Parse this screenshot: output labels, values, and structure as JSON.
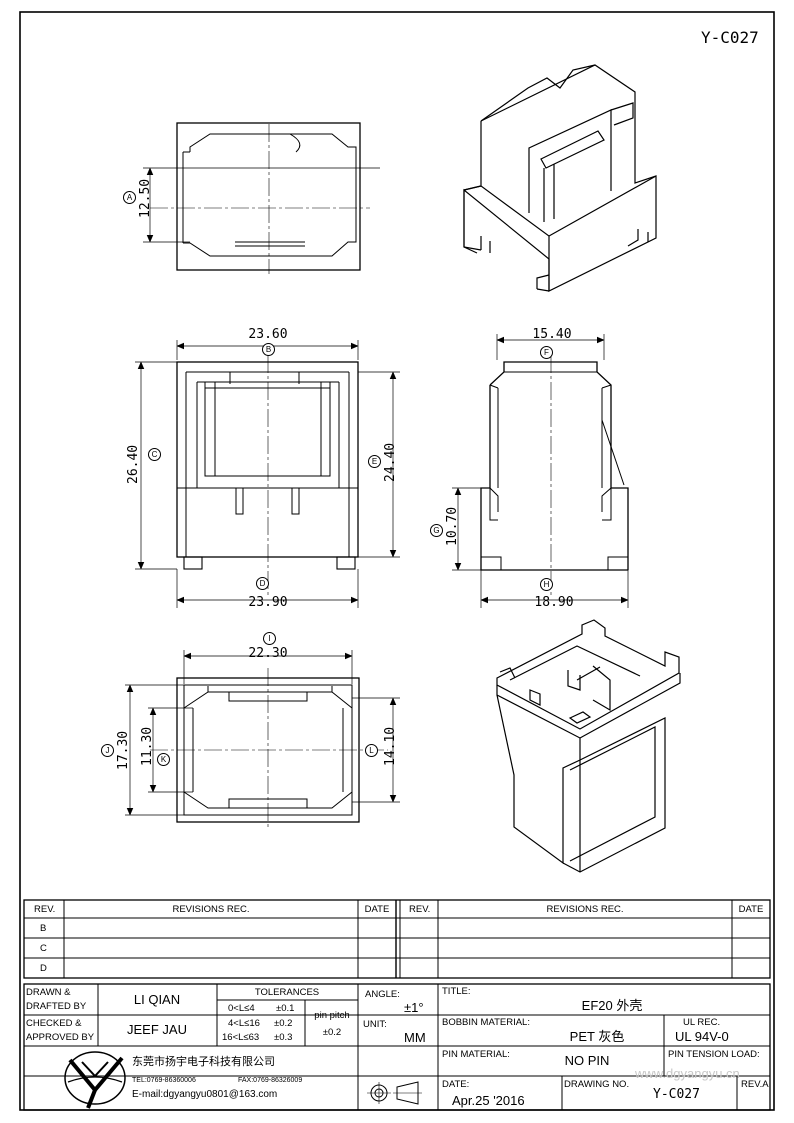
{
  "part_no": "Y-C027",
  "dims": {
    "a": "12.50",
    "top_w": "23.60",
    "b": "26.40",
    "e": "24.40",
    "bottom_w": "23.90",
    "side_top": "15.40",
    "g": "10.70",
    "side_bot": "18.90",
    "d": "22.30",
    "j": "17.30",
    "k": "11.30",
    "l": "14.10"
  },
  "callouts": {
    "a": "A",
    "b": "B",
    "c": "C",
    "d": "D",
    "e": "E",
    "f": "F",
    "g": "G",
    "h": "H",
    "i": "I",
    "j": "J",
    "k": "K",
    "l": "L"
  },
  "revisions": {
    "rev_header": "REV.",
    "revisions_header": "REVISIONS   REC.",
    "date_header": "DATE",
    "rows": [
      "B",
      "C",
      "D"
    ]
  },
  "title_block": {
    "drawn_label_1": "DRAWN &",
    "drawn_label_2": "DRAFTED BY",
    "drawn_name": "LI QIAN",
    "checked_label_1": "CHECKED &",
    "checked_label_2": "APPROVED BY",
    "checked_name": "JEEF JAU",
    "tolerances_label": "TOLERANCES",
    "tol_1": "0<L≤4",
    "tol_1v": "±0.1",
    "tol_2": "4<L≤16",
    "tol_2v": "±0.2",
    "tol_3": "16<L≤63",
    "tol_3v": "±0.3",
    "pin_pitch_label": "pin pitch",
    "pin_pitch_val": "±0.2",
    "angle_label": "ANGLE:",
    "angle_val": "±1°",
    "unit_label": "UNIT:",
    "unit_val": "MM",
    "title_label": "TITLE:",
    "title_val": "EF20 外壳",
    "bobbin_label": "BOBBIN MATERIAL:",
    "bobbin_val": "PET 灰色",
    "ul_label": "UL REC.",
    "ul_val": "UL 94V-0",
    "pin_mat_label": "PIN MATERIAL:",
    "pin_mat_val": "NO PIN",
    "pin_tension_label": "PIN TENSION LOAD:",
    "date_label": "DATE:",
    "date_val": "Apr.25 '2016",
    "drawing_no_label": "DRAWING NO.",
    "drawing_no_val": "Y-C027",
    "rev_a_label": "REV.A",
    "company_cn": "东莞市扬宇电子科技有限公司",
    "company_tel": "TEL:0769-86360006",
    "company_fax": "FAX:0769-86326009",
    "company_email": "E-mail:dgyangyu0801@163.com"
  },
  "watermark": "www.dgyangyu.cn"
}
